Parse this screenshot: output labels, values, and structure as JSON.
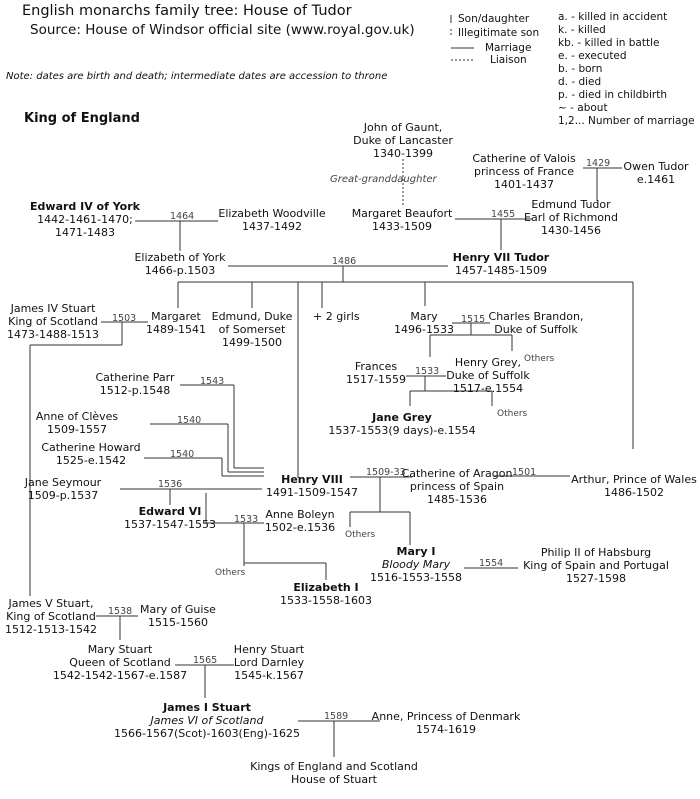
{
  "header": {
    "title": "English monarchs family tree: House of Tudor",
    "source": "Source: House of Windsor official site (www.royal.gov.uk)",
    "note": "Note: dates are birth and death; intermediate dates are accession to throne",
    "section": "King of England"
  },
  "legend": {
    "son_daughter": "Son/daughter",
    "illegitimate": "Illegitimate son",
    "marriage": "Marriage",
    "liaison": "Liaison",
    "codes": [
      "a. - killed in accident",
      "k. - killed",
      "kb. - killed in battle",
      "e. - executed",
      "b. - born",
      "d. - died",
      "p. - died in childbirth",
      "~ - about",
      "1,2... Number of marriage"
    ]
  },
  "people": {
    "gaunt": {
      "name": "John of Gaunt,",
      "title": "Duke of Lancaster",
      "dates": "1340-1399"
    },
    "great_granddaughter": "Great-granddaughter",
    "catherine_valois": {
      "name": "Catherine of Valois",
      "title": "princess of France",
      "dates": "1401-1437"
    },
    "owen_tudor": {
      "name": "Owen Tudor",
      "dates": "e.1461"
    },
    "edward4": {
      "name": "Edward IV of York",
      "dates1": "1442-1461-1470;",
      "dates2": "1471-1483"
    },
    "e_woodville": {
      "name": "Elizabeth Woodville",
      "dates": "1437-1492"
    },
    "m_beaufort": {
      "name": "Margaret Beaufort",
      "dates": "1433-1509"
    },
    "edmund_tudor": {
      "name": "Edmund Tudor",
      "title": "Earl of Richmond",
      "dates": "1430-1456"
    },
    "e_york": {
      "name": "Elizabeth of York",
      "dates": "1466-p.1503"
    },
    "henry7": {
      "name": "Henry VII Tudor",
      "dates": "1457-1485-1509"
    },
    "james4": {
      "name": "James IV Stuart",
      "title": "King of Scotland",
      "dates": "1473-1488-1513"
    },
    "margaret": {
      "name": "Margaret",
      "dates": "1489-1541"
    },
    "edmund_somerset": {
      "name": "Edmund, Duke",
      "title": "of Somerset",
      "dates": "1499-1500"
    },
    "two_girls": "+ 2 girls",
    "mary": {
      "name": "Mary",
      "dates": "1496-1533"
    },
    "c_brandon": {
      "name": "Charles Brandon,",
      "title": "Duke of Suffolk"
    },
    "others1": "Others",
    "c_parr": {
      "name": "Catherine Parr",
      "dates": "1512-p.1548"
    },
    "frances": {
      "name": "Frances",
      "dates": "1517-1559"
    },
    "h_grey": {
      "name": "Henry Grey,",
      "title": "Duke of Suffolk",
      "dates": "1517-e.1554"
    },
    "others2": "Others",
    "a_cleves": {
      "name": "Anne of Clèves",
      "dates": "1509-1557"
    },
    "jane_grey": {
      "name": "Jane Grey",
      "dates": "1537-1553(9 days)-e.1554"
    },
    "c_howard": {
      "name": "Catherine Howard",
      "dates": "1525-e.1542"
    },
    "j_seymour": {
      "name": "Jane Seymour",
      "dates": "1509-p.1537"
    },
    "henry8": {
      "name": "Henry VIII",
      "dates": "1491-1509-1547"
    },
    "c_aragon": {
      "name": "Catherine of Aragon",
      "title": "princess of Spain",
      "dates": "1485-1536"
    },
    "arthur": {
      "name": "Arthur, Prince of Wales",
      "dates": "1486-1502"
    },
    "edward6": {
      "name": "Edward VI",
      "dates": "1537-1547-1553"
    },
    "a_boleyn": {
      "name": "Anne Boleyn",
      "dates": "1502-e.1536"
    },
    "others3": "Others",
    "mary1": {
      "name": "Mary I",
      "epithet": "Bloody Mary",
      "dates": "1516-1553-1558"
    },
    "philip2": {
      "name": "Philip II of Habsburg",
      "title": "King of Spain and Portugal",
      "dates": "1527-1598"
    },
    "others4": "Others",
    "elizabeth1": {
      "name": "Elizabeth I",
      "dates": "1533-1558-1603"
    },
    "james5": {
      "name": "James V Stuart,",
      "title": "King of Scotland",
      "dates": "1512-1513-1542"
    },
    "m_guise": {
      "name": "Mary of Guise",
      "dates": "1515-1560"
    },
    "mary_stuart": {
      "name": "Mary Stuart",
      "title": "Queen of Scotland",
      "dates": "1542-1542-1567-e.1587"
    },
    "darnley": {
      "name": "Henry Stuart",
      "title": "Lord Darnley",
      "dates": "1545-k.1567"
    },
    "james1": {
      "name": "James I Stuart",
      "epithet": "James VI of Scotland",
      "dates": "1566-1567(Scot)-1603(Eng)-1625"
    },
    "anne_denmark": {
      "name": "Anne, Princess of Denmark",
      "dates": "1574-1619"
    },
    "stuart_house": {
      "line1": "Kings of England and Scotland",
      "line2": "House of Stuart"
    }
  },
  "marriage_years": {
    "valois_tudor": "1429",
    "edward_woodville": "1464",
    "beaufort_edmund": "1455",
    "henry7_york": "1486",
    "james4_margaret": "1503",
    "mary_brandon": "1515",
    "frances_grey": "1533",
    "parr": "1543",
    "cleves": "1540",
    "howard": "1540",
    "seymour": "1536",
    "aragon": "1509-33",
    "arthur_aragon": "1501",
    "boleyn": "1533",
    "mary1_philip": "1554",
    "james5_guise": "1538",
    "stuart_darnley": "1565",
    "james1_anne": "1589"
  }
}
